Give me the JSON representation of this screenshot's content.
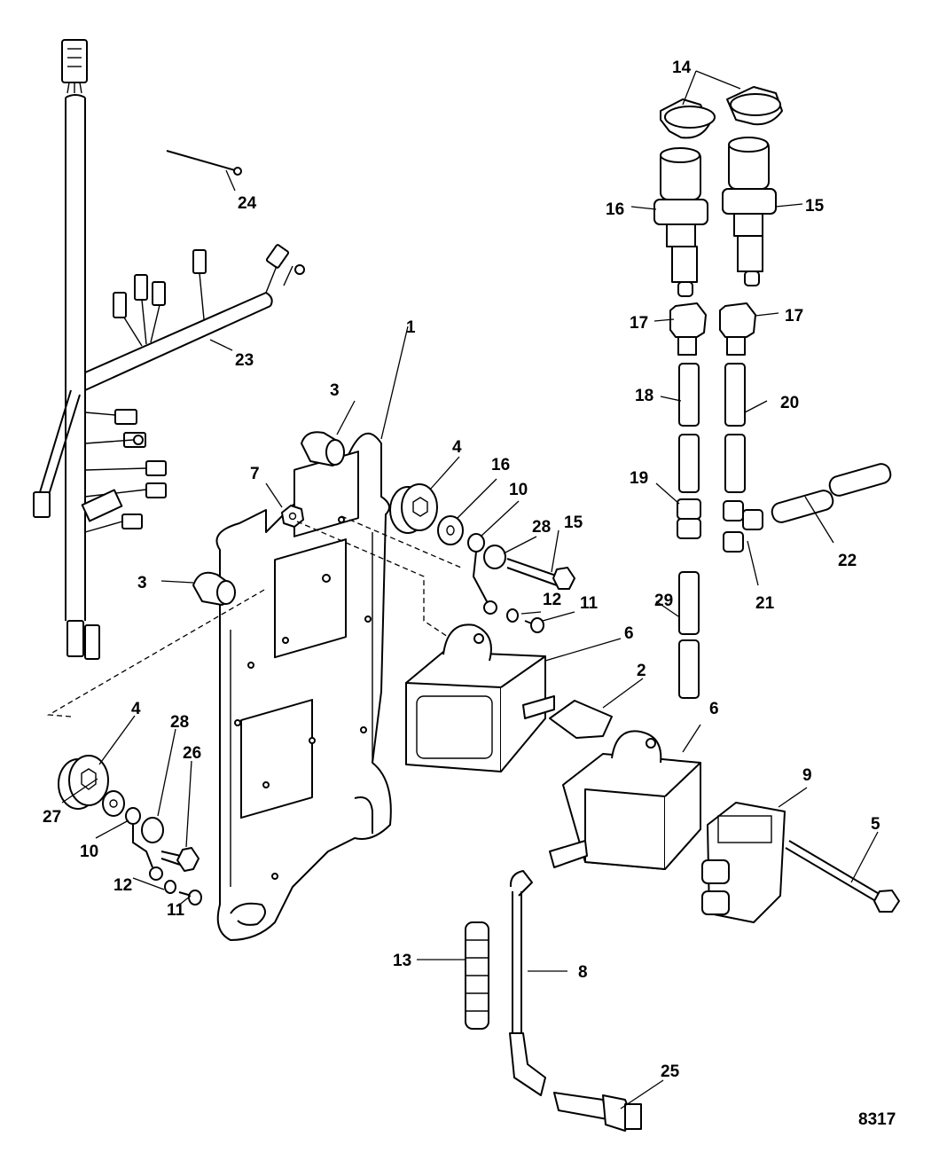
{
  "labels": {
    "l1": "1",
    "l2": "2",
    "l3a": "3",
    "l3b": "3",
    "l4a": "4",
    "l4b": "4",
    "l5": "5",
    "l6a": "6",
    "l6b": "6",
    "l7": "7",
    "l8": "8",
    "l9": "9",
    "l10a": "10",
    "l10b": "10",
    "l11a": "11",
    "l11b": "11",
    "l12a": "12",
    "l12b": "12",
    "l13": "13",
    "l14": "14",
    "l15a": "15",
    "l15b": "15",
    "l16a": "16",
    "l16b": "16",
    "l17a": "17",
    "l17b": "17",
    "l18": "18",
    "l19": "19",
    "l20": "20",
    "l21": "21",
    "l22": "22",
    "l23": "23",
    "l24": "24",
    "l25": "25",
    "l26": "26",
    "l27": "27",
    "l28a": "28",
    "l28b": "28",
    "l29": "29"
  },
  "figure_number": "8317"
}
